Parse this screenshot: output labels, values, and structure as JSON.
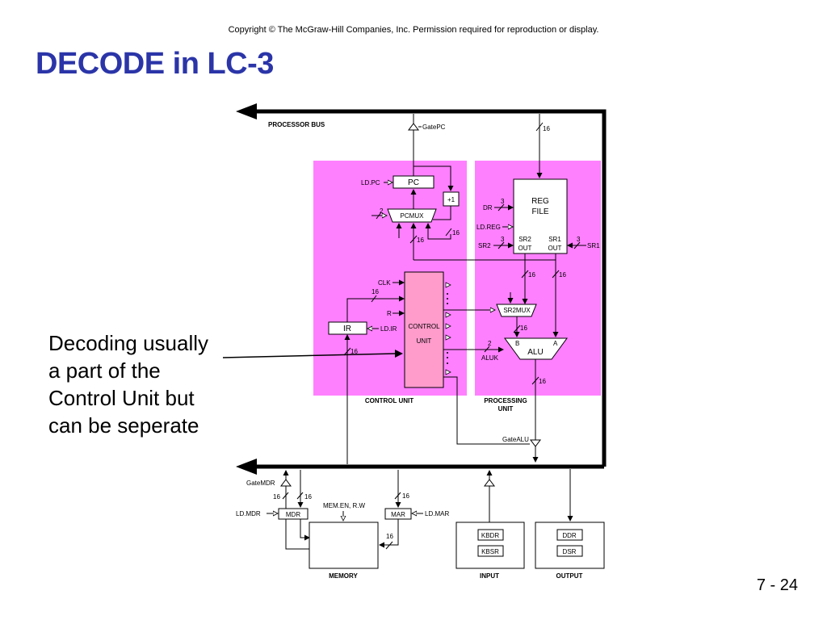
{
  "slide": {
    "copyright": "Copyright © The McGraw-Hill Companies, Inc.  Permission required for reproduction or display.",
    "title": "DECODE in LC-3",
    "note_lines": [
      "Decoding usually",
      "a part of the",
      "Control Unit but",
      "can be seperate"
    ],
    "page_number": "7 - 24"
  },
  "diagram": {
    "highlight_color": "#ff80ff",
    "control_unit_fill": "#ff9ccc",
    "labels": {
      "processor_bus": "PROCESSOR BUS",
      "gate_pc": "GatePC",
      "bus_width": "16",
      "pc": "PC",
      "ld_pc": "LD.PC",
      "plus_one": "+1",
      "pcmux": "PCMUX",
      "pcmux_sel": "2",
      "w16": "16",
      "reg_file_1": "REG",
      "reg_file_2": "FILE",
      "dr": "DR",
      "three": "3",
      "ld_reg": "LD.REG",
      "sr2": "SR2",
      "sr1": "SR1",
      "sr2_out_1": "SR2",
      "sr2_out_2": "OUT",
      "sr1_out_1": "SR1",
      "sr1_out_2": "OUT",
      "clk": "CLK",
      "r": "R",
      "ir": "IR",
      "ld_ir": "LD.IR",
      "control_1": "CONTROL",
      "control_2": "UNIT",
      "sr2mux": "SR2MUX",
      "alu": "ALU",
      "alu_b": "B",
      "alu_a": "A",
      "aluk": "ALUK",
      "aluk_w": "2",
      "control_unit_caption": "CONTROL UNIT",
      "processing_unit_caption_1": "PROCESSING",
      "processing_unit_caption_2": "UNIT",
      "gate_alu": "GateALU",
      "gate_mdr": "GateMDR",
      "mdr": "MDR",
      "ld_mdr": "LD.MDR",
      "mem_en": "MEM.EN, R.W",
      "mar": "MAR",
      "ld_mar": "LD.MAR",
      "memory": "MEMORY",
      "kbdr": "KBDR",
      "kbsr": "KBSR",
      "input": "INPUT",
      "ddr": "DDR",
      "dsr": "DSR",
      "output": "OUTPUT"
    }
  }
}
